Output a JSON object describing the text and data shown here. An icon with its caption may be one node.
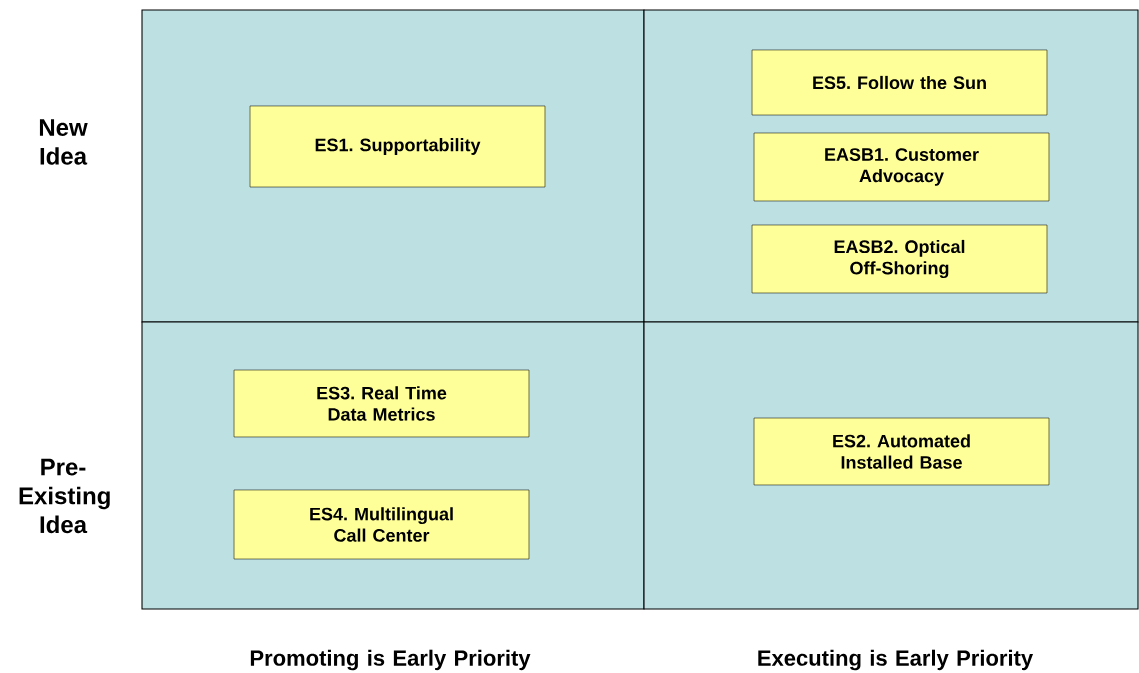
{
  "diagram": {
    "nodes": [
      {
        "text": [],
        "shape": "box"
      },
      {
        "text": [
          "ES1. Supportability"
        ],
        "in": 0
      },
      {
        "text": [],
        "shape": "box"
      },
      {
        "text": [
          "ES5. Follow the Sun"
        ],
        "in": 2
      },
      {
        "text": [
          "EASB1. Customer Advocacy"
        ],
        "in": 2
      },
      {
        "text": [
          "EASB2. Optical Off-Shoring"
        ],
        "in": 2
      },
      {
        "text": [],
        "shape": "box"
      },
      {
        "text": [
          "ES3. Real Time Data Metrics"
        ],
        "in": 6
      },
      {
        "text": [
          "ES4. Multilingual Call Center"
        ],
        "in": 6
      },
      {
        "text": [],
        "shape": "box"
      },
      {
        "text": [
          "ES2. Automated Installed Base"
        ],
        "in": 9
      }
    ],
    "labels": [
      "New Idea",
      "Pre-Existing Idea",
      "Promoting is Early Priority",
      "Executing is Early Priority"
    ]
  }
}
